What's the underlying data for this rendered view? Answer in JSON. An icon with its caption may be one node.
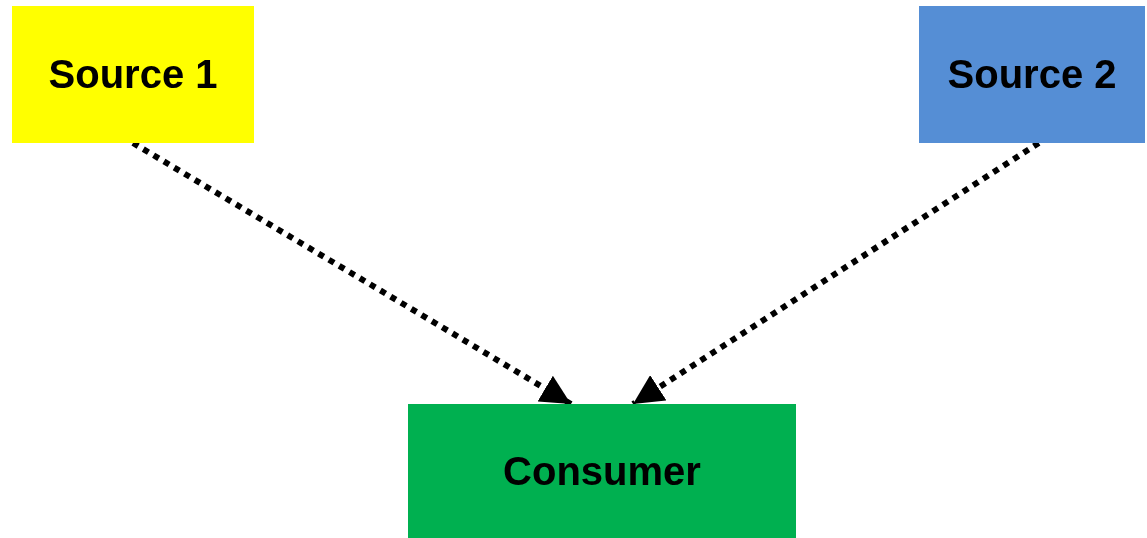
{
  "diagram": {
    "nodes": [
      {
        "text": [
          "Source 1"
        ]
      },
      {
        "text": [
          "Source 2"
        ]
      },
      {
        "text": [
          "Consumer"
        ]
      }
    ],
    "edges": [
      {
        "from": 0,
        "to": 2,
        "arrow": "to"
      },
      {
        "from": 1,
        "to": 2,
        "arrow": "to"
      }
    ]
  }
}
